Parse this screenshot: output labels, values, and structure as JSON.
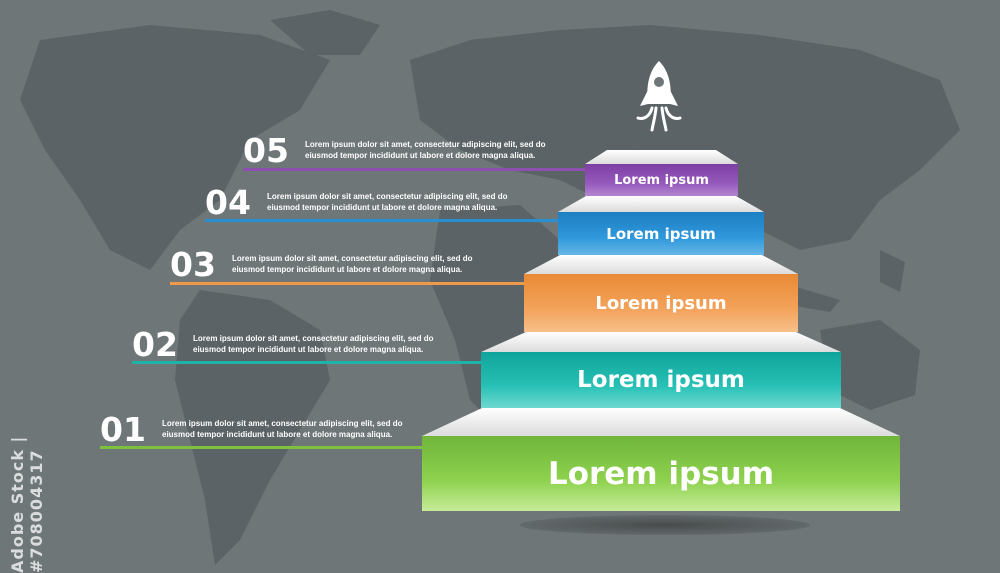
{
  "watermark": "Adobe Stock | #708004317",
  "colors": {
    "background": "#6e7678",
    "continents": "#5b6366",
    "step_top": "#f2f2f2"
  },
  "icon": "rocket-icon",
  "steps": [
    {
      "number": "01",
      "label": "Lorem ipsum",
      "text": "Lorem ipsum dolor sit amet, consectetur adipiscing elit, sed do eiusmod tempor incididunt ut labore et dolore magna aliqua.",
      "color": "#7dc23f"
    },
    {
      "number": "02",
      "label": "Lorem ipsum",
      "text": "Lorem ipsum dolor sit amet, consectetur adipiscing elit, sed do eiusmod tempor incididunt ut labore et dolore magna aliqua.",
      "color": "#1fb2a8"
    },
    {
      "number": "03",
      "label": "Lorem ipsum",
      "text": "Lorem ipsum dolor sit amet, consectetur adipiscing elit, sed do eiusmod tempor incididunt ut labore et dolore magna aliqua.",
      "color": "#f0994b"
    },
    {
      "number": "04",
      "label": "Lorem ipsum",
      "text": "Lorem ipsum dolor sit amet, consectetur adipiscing elit, sed do eiusmod tempor incididunt ut labore et dolore magna aliqua.",
      "color": "#2a8fd0"
    },
    {
      "number": "05",
      "label": "Lorem ipsum",
      "text": "Lorem ipsum dolor sit amet, consectetur adipiscing elit, sed do eiusmod tempor incididunt ut labore et dolore magna aliqua.",
      "color": "#8d4fb0"
    }
  ]
}
